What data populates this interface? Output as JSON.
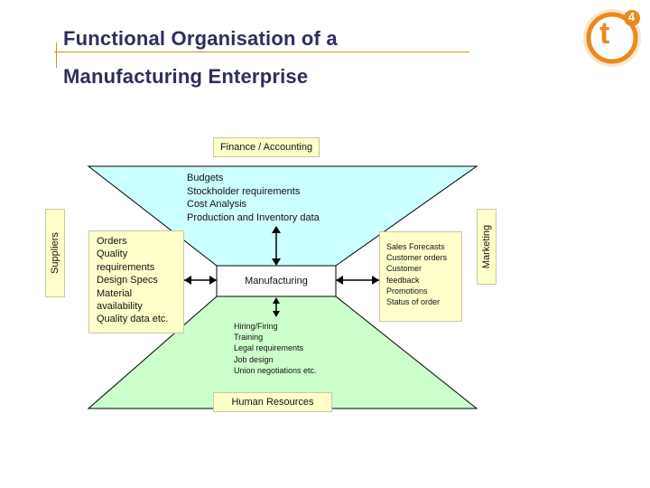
{
  "slide": {
    "title_line1": "Functional Organisation of a",
    "title_line2": "Manufacturing Enterprise",
    "logo_text": "t",
    "logo_superscript": "4"
  },
  "diagram": {
    "finance_label": "Finance / Accounting",
    "finance_items": "Budgets\nStockholder requirements\nCost Analysis\nProduction and Inventory data",
    "suppliers_label": "Suppliers",
    "suppliers_items": "Orders\nQuality\nrequirements\nDesign Specs\nMaterial\navailability\nQuality data etc.",
    "manufacturing_label": "Manufacturing",
    "marketing_label": "Marketing",
    "marketing_items": "Sales Forecasts\nCustomer orders\nCustomer\nfeedback\nPromotions\nStatus of order",
    "hr_items": "Hiring/Firing\nTraining\nLegal requirements\nJob design\nUnion negotiations etc.",
    "hr_label": "Human Resources"
  },
  "colors": {
    "title": "#2e2e5e",
    "accent_line": "#e08a2a",
    "top_funnel": "#ccffff",
    "bottom_funnel": "#ccffcc",
    "label_box": "#ffffcc",
    "logo_orange": "#e88a1e"
  }
}
